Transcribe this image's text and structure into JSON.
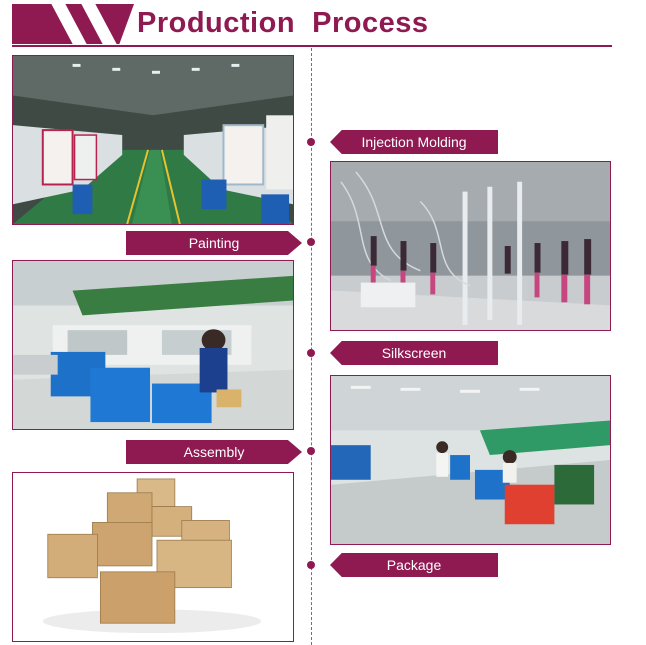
{
  "header": {
    "title": "Production  Process"
  },
  "steps": [
    {
      "label": "Injection Molding"
    },
    {
      "label": "Painting"
    },
    {
      "label": "Silkscreen"
    },
    {
      "label": "Assembly"
    },
    {
      "label": "Package"
    }
  ],
  "colors": {
    "brand": "#8f1a52",
    "line": "#a8576f"
  }
}
